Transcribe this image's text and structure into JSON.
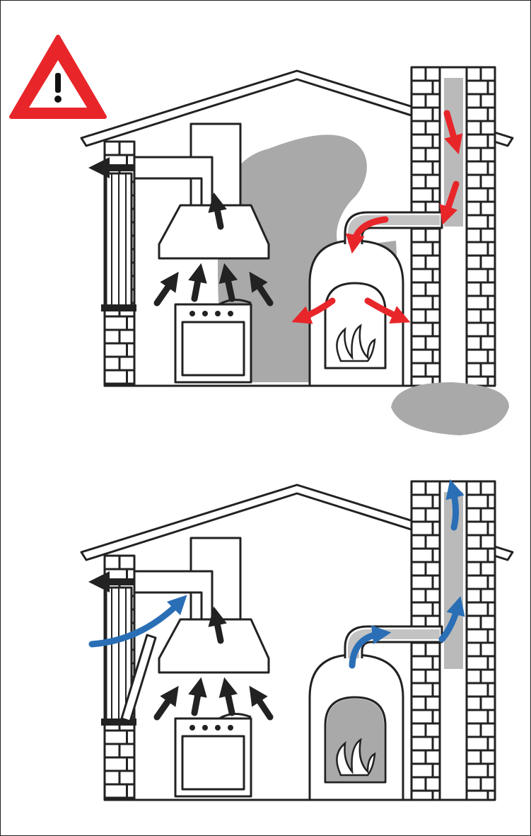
{
  "diagram": {
    "panels": [
      {
        "id": "top",
        "state": "warning",
        "arrow_color": "#e8262a",
        "has_warning_icon": true,
        "smoke_in_room": true,
        "fresh_air_inlet": false
      },
      {
        "id": "bottom",
        "state": "correct",
        "arrow_color": "#2a6fb6",
        "has_warning_icon": false,
        "smoke_in_room": false,
        "fresh_air_inlet": true
      }
    ],
    "colors": {
      "line": "#222222",
      "smoke": "#a9a9a9",
      "warning_red": "#e8262a",
      "air_blue": "#2a6fb6",
      "background": "#ffffff"
    },
    "icons": [
      "warning-triangle-icon",
      "range-hood-icon",
      "stove-icon",
      "fireplace-icon",
      "chimney-icon",
      "air-flow-arrow-icon"
    ]
  }
}
